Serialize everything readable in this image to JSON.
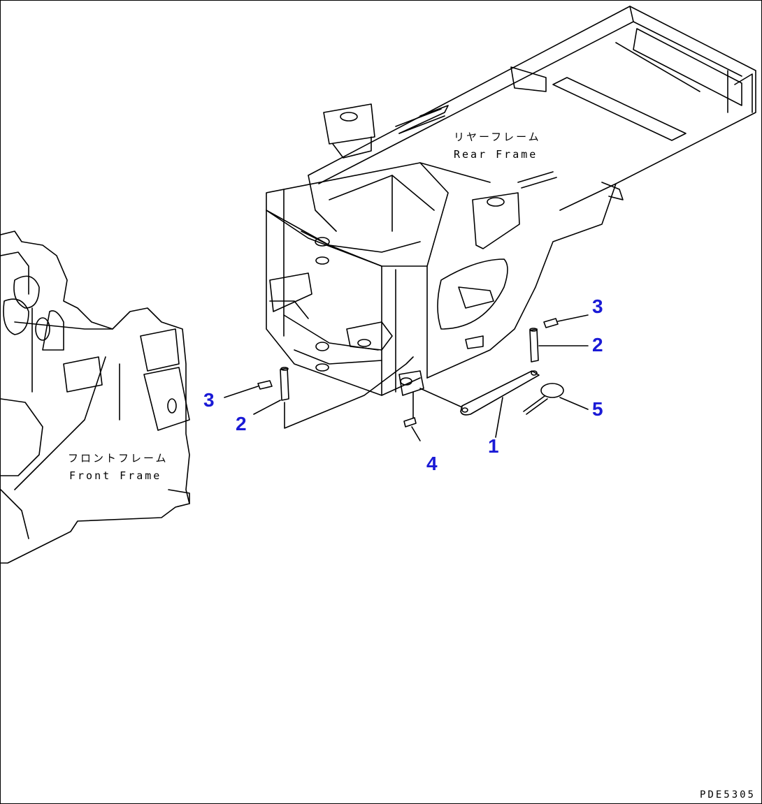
{
  "rear_frame": {
    "jp": "リヤーフレーム",
    "en": "Rear Frame"
  },
  "front_frame": {
    "jp": "フロントフレーム",
    "en": "Front Frame"
  },
  "callouts": {
    "part1": "1",
    "part2_right": "2",
    "part2_left": "2",
    "part3_right": "3",
    "part3_left": "3",
    "part4": "4",
    "part5": "5"
  },
  "drawing_code": "PDE5305",
  "colors": {
    "callout": "#1a1ad6",
    "line": "#000000"
  }
}
